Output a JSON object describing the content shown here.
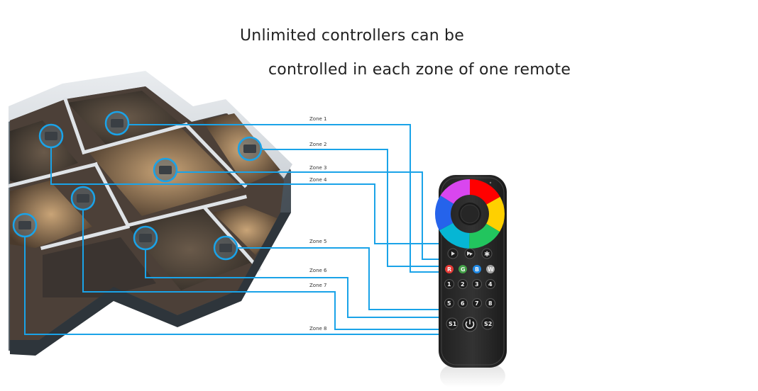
{
  "headline": {
    "line1": "Unlimited controllers can be",
    "line2": "controlled in each zone of one remote"
  },
  "zones": [
    {
      "label": "Zone 1"
    },
    {
      "label": "Zone 2"
    },
    {
      "label": "Zone 3"
    },
    {
      "label": "Zone 4"
    },
    {
      "label": "Zone 5"
    },
    {
      "label": "Zone 6"
    },
    {
      "label": "Zone 7"
    },
    {
      "label": "Zone 8"
    }
  ],
  "remote": {
    "color_buttons": [
      "R",
      "G",
      "B",
      "W"
    ],
    "zone_buttons": [
      "1",
      "2",
      "3",
      "4",
      "5",
      "6",
      "7",
      "8"
    ],
    "scene_buttons": [
      "S1",
      "S2"
    ]
  },
  "colors": {
    "wire": "#1aa3e8",
    "remote_body": "#2b2b2b",
    "button": "#1c1c1c",
    "red": "#e53935",
    "green": "#43a047",
    "blue": "#1e88e5",
    "white": "#bdbdbd"
  }
}
